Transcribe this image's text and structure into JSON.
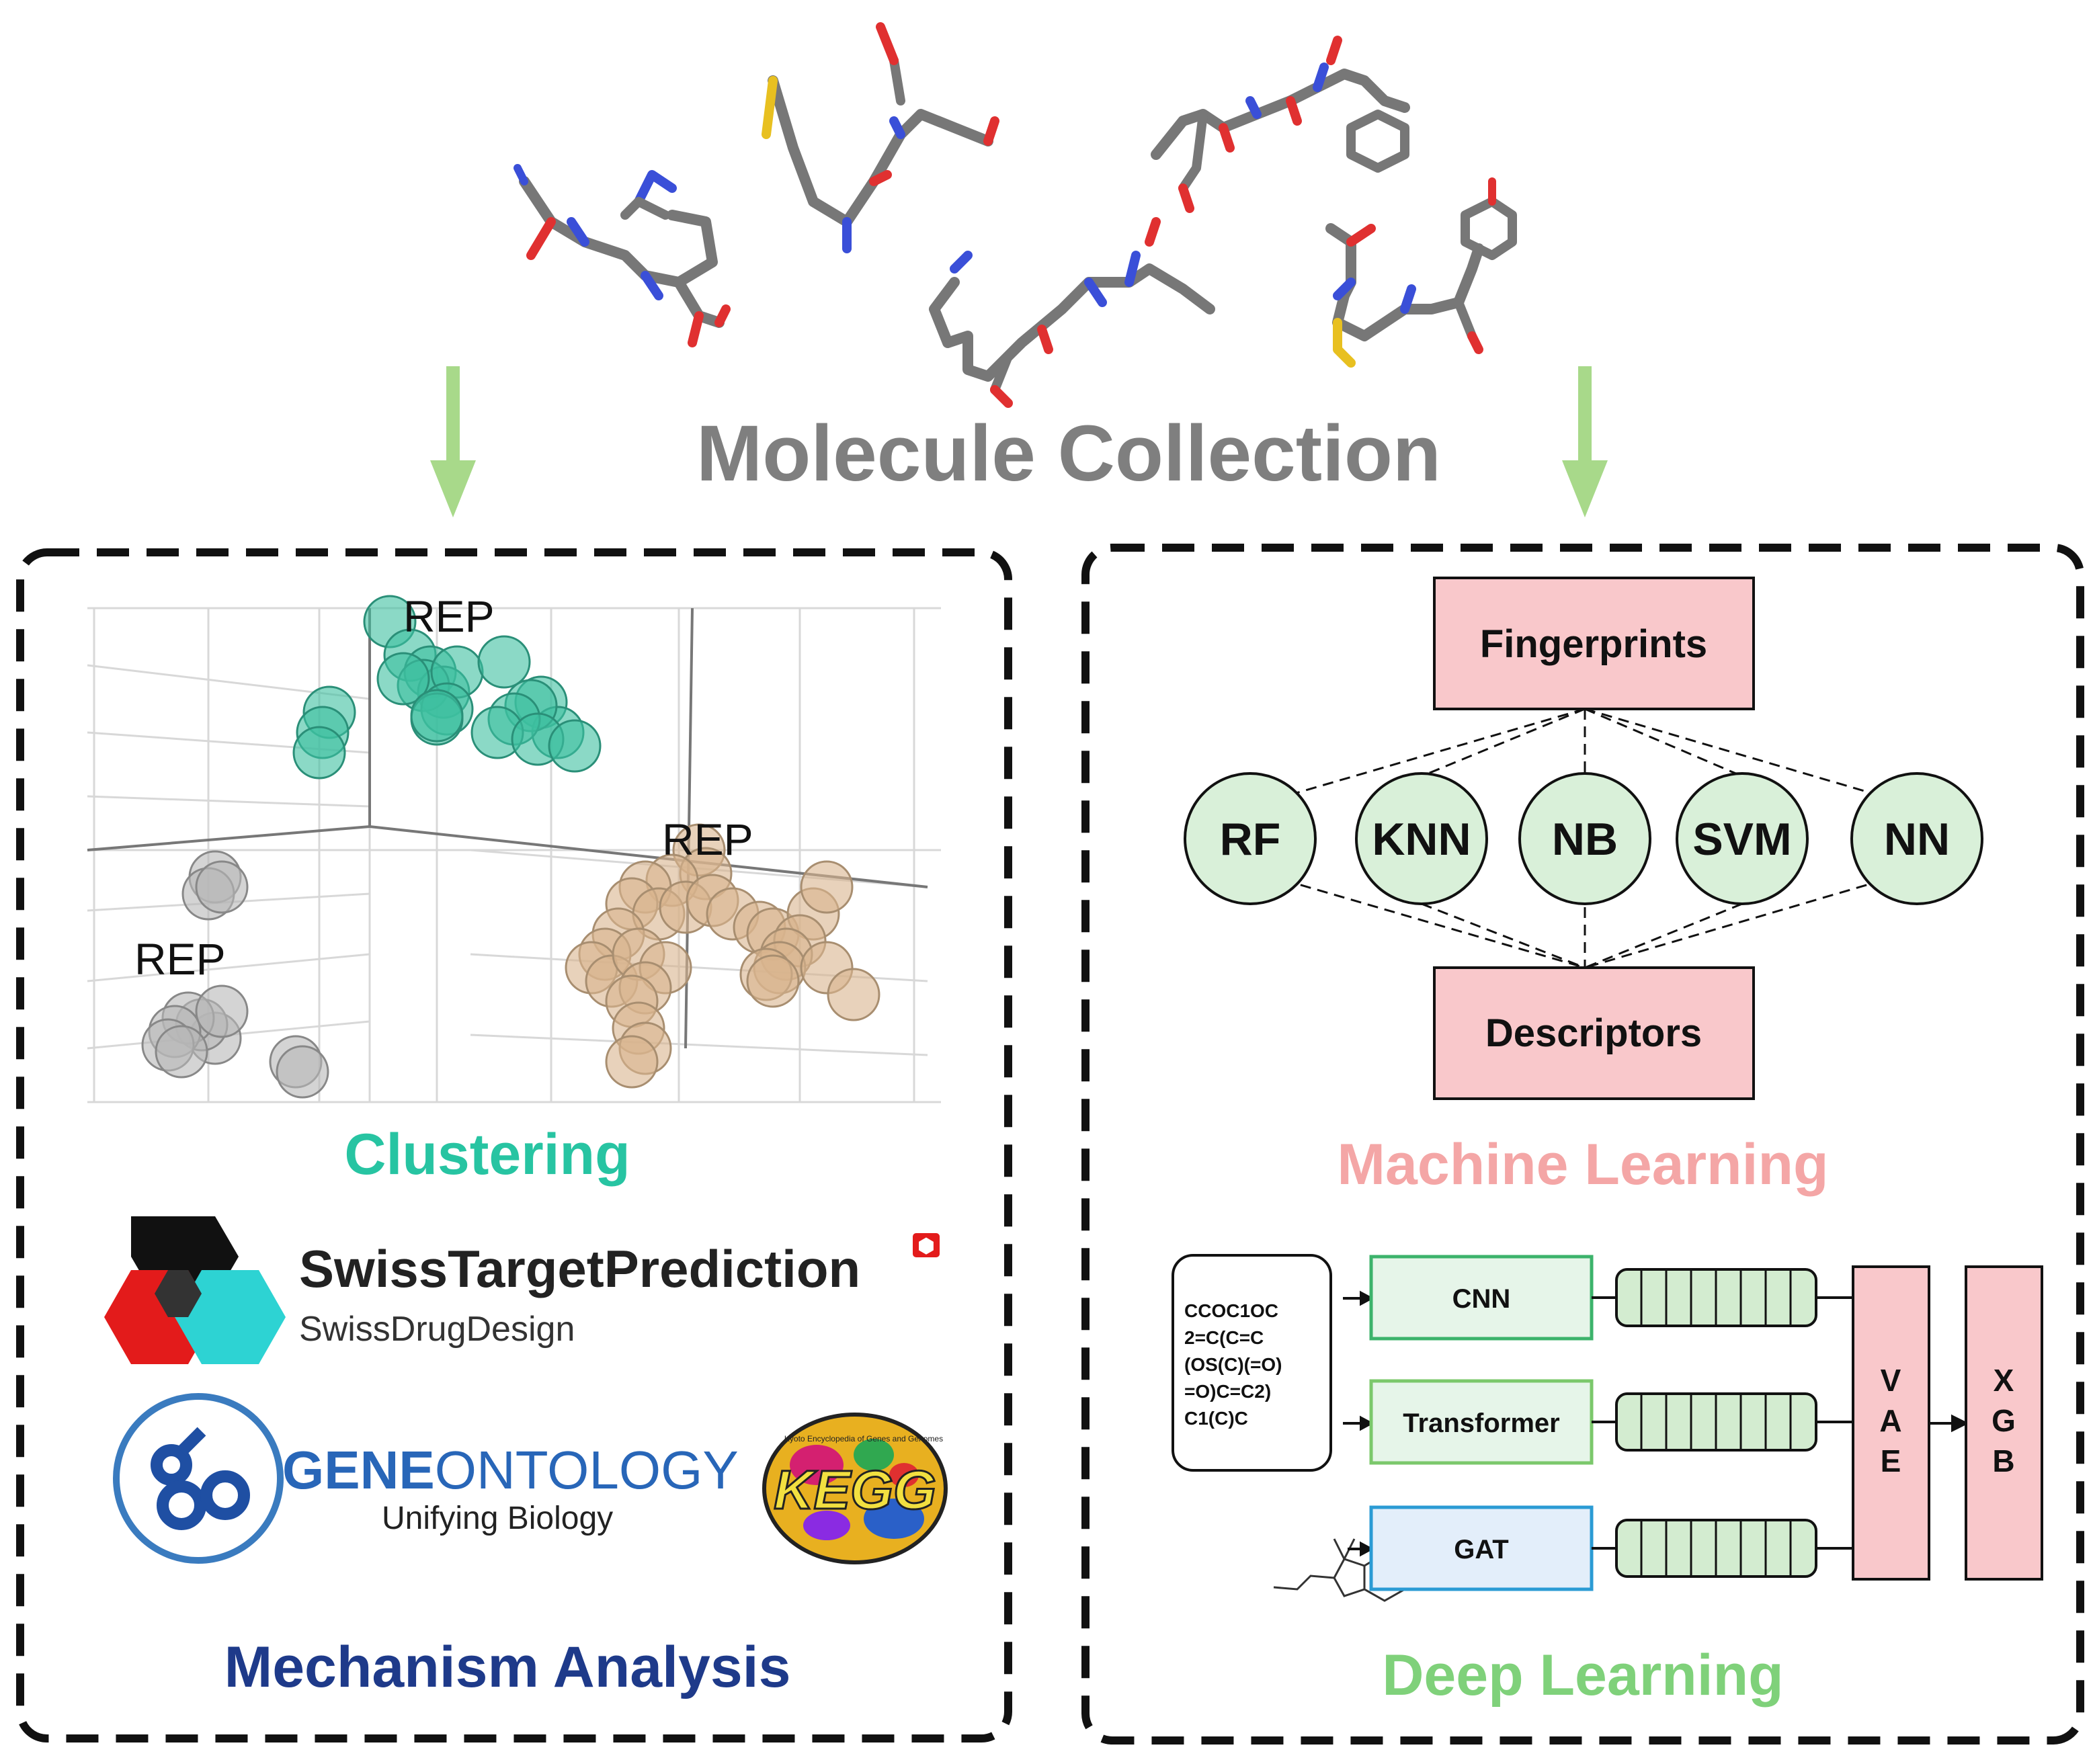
{
  "title": "Molecule Collection",
  "left_panel": {
    "clustering_label": "Clustering",
    "rep_labels": [
      "REP",
      "REP",
      "REP"
    ],
    "cluster_colors": {
      "teal": "#3dbfa0",
      "tan": "#d8b48e",
      "gray": "#b8b8b8"
    },
    "swiss": {
      "title": "SwissTargetPrediction",
      "subtitle": "SwissDrugDesign"
    },
    "geneontology": {
      "gene": "GENE",
      "ontology": "ONTOLOGY",
      "tagline": "Unifying Biology"
    },
    "kegg": {
      "letters": "KEGG",
      "tiny": "Kyoto Encyclopedia of Genes and Genomes"
    },
    "mechanism_label": "Mechanism Analysis"
  },
  "right_panel": {
    "machine_learning": {
      "top_box": "Fingerprints",
      "bottom_box": "Descriptors",
      "models": [
        "RF",
        "KNN",
        "NB",
        "SVM",
        "NN"
      ],
      "label": "Machine Learning"
    },
    "deep_learning": {
      "smiles_lines": [
        "CCOC1OC",
        "2=C(C=C",
        "(OS(C)(=O)",
        "=O)C=C2)",
        "C1(C)C"
      ],
      "encoders": [
        "CNN",
        "Transformer",
        "GAT"
      ],
      "vae": [
        "V",
        "A",
        "E"
      ],
      "xgb": [
        "X",
        "G",
        "B"
      ],
      "label": "Deep Learning"
    }
  },
  "colors": {
    "title": "#7f7f7f",
    "clustering": "#27c4a2",
    "mechanism": "#1e3a8a",
    "machine_learning": "#f4a6a6",
    "deep_learning": "#7fd17a",
    "arrow": "#a8d98a",
    "pink_box": "#f9c8cb",
    "green_circle": "#d9f0d9"
  }
}
